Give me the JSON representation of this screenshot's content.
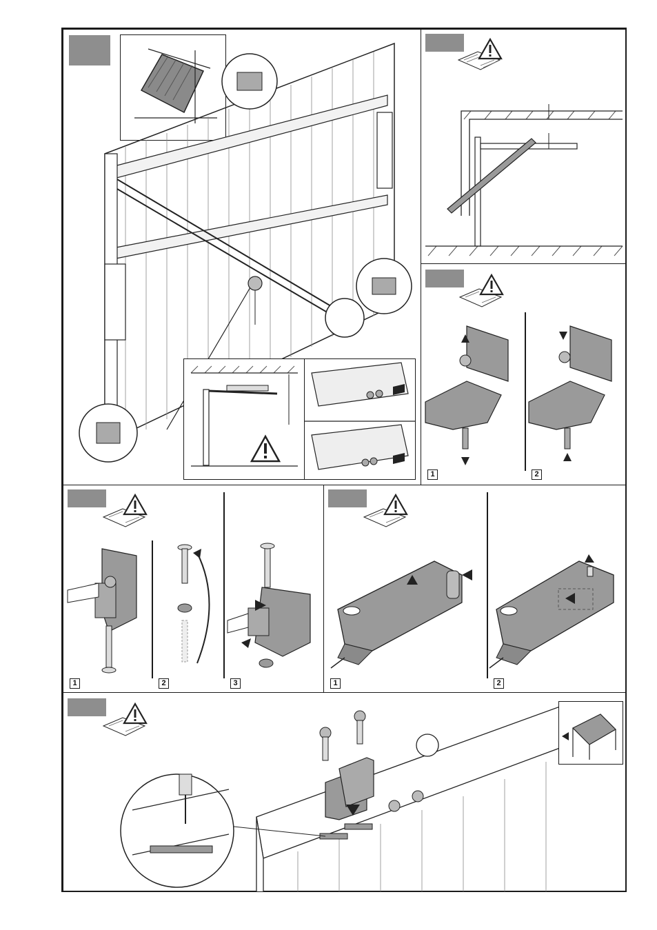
{
  "steps": {
    "panel_e_1": "1",
    "panel_e_2": "2",
    "panel_f_1": "1",
    "panel_f_2": "2",
    "panel_f_3": "3",
    "panel_g_1": "1",
    "panel_g_2": "2"
  },
  "colors": {
    "frame": "#1a1a1a",
    "tag_fill": "#8e8e8e",
    "part_fill": "#9a9a9a",
    "warning_fill": "#ffffff"
  },
  "icons": [
    "warning-icon",
    "manual-book-icon",
    "arrow-icon",
    "screw-icon",
    "magnifier-circle"
  ]
}
